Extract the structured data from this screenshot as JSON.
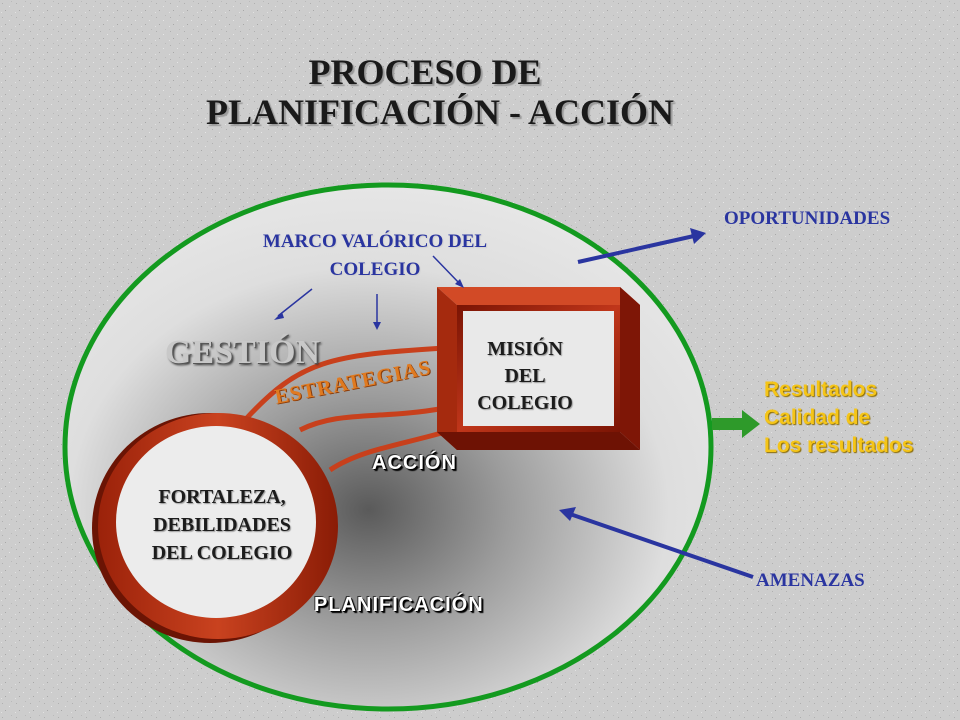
{
  "title": {
    "line1": "PROCESO DE",
    "line2": "PLANIFICACIÓN - ACCIÓN"
  },
  "labels": {
    "marco_line1": "MARCO VALÓRICO DEL",
    "marco_line2": "COLEGIO",
    "oportunidades": "OPORTUNIDADES",
    "amenazas": "AMENAZAS",
    "gestion": "GESTIÓN",
    "estrategias": "ESTRATEGIAS",
    "accion": "ACCIÓN",
    "planificacion": "PLANIFICACIÓN"
  },
  "mision_box": {
    "line1": "MISIÓN",
    "line2": "DEL",
    "line3": "COLEGIO"
  },
  "fortaleza_ring": {
    "line1": "FORTALEZA,",
    "line2": "DEBILIDADES",
    "line3": "DEL COLEGIO"
  },
  "resultados": {
    "line1": "Resultados",
    "line2": "Calidad de",
    "line3": "Los resultados"
  },
  "colors": {
    "ellipse_border": "#139a1f",
    "arrow_blue": "#2a35a0",
    "output_arrow": "#2e9a2a",
    "frame_red": "#b52a10",
    "result_yellow": "#f5c518"
  }
}
